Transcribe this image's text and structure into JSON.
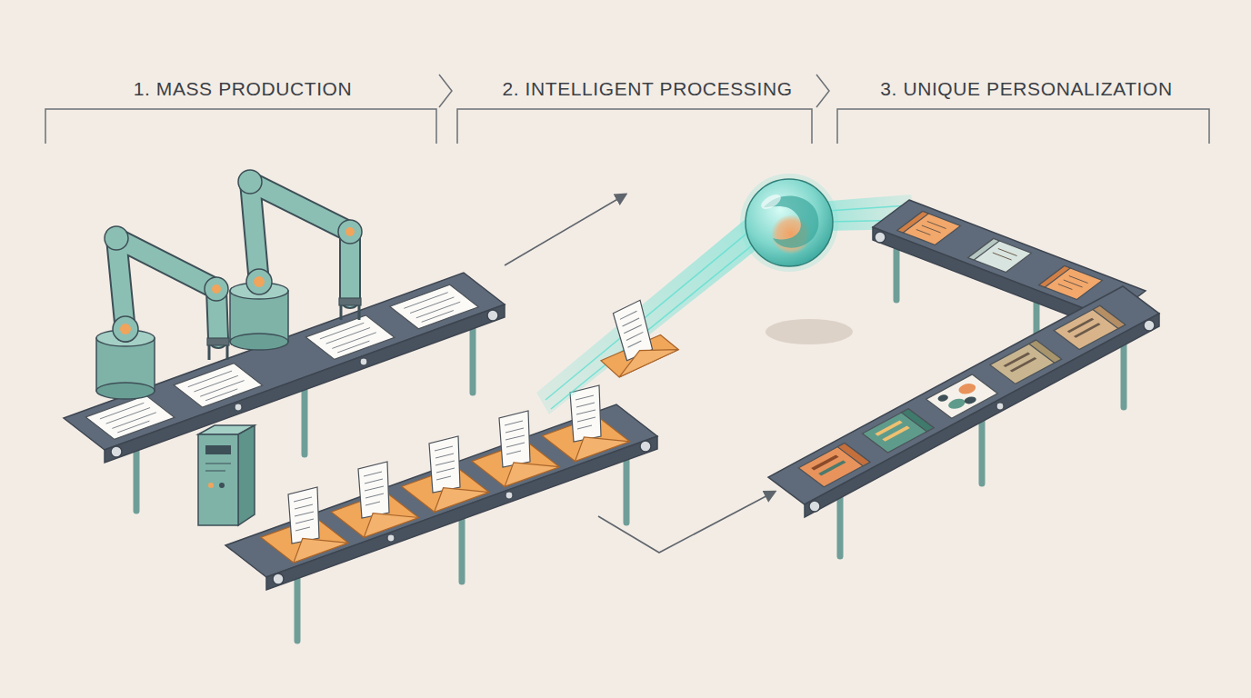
{
  "diagram": {
    "labels": [
      "1. MASS PRODUCTION",
      "2. INTELLIGENT PROCESSING",
      "3. UNIQUE PERSONALIZATION"
    ]
  }
}
